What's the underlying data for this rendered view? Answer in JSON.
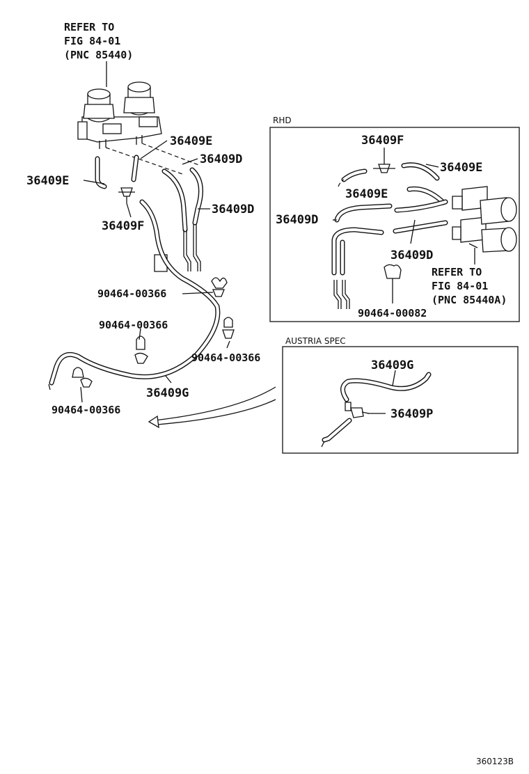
{
  "main": {
    "callout_solenoid": [
      "REFER TO",
      "FIG 84-01",
      "(PNC 85440)"
    ],
    "labels": {
      "p36409E_a": "36409E",
      "p36409D_a": "36409D",
      "p36409E_b": "36409E",
      "p36409D_b": "36409D",
      "p36409F": "36409F",
      "clamp_1": "90464-00366",
      "clamp_2": "90464-00366",
      "clamp_3": "90464-00366",
      "clamp_4": "90464-00366",
      "p36409G": "36409G"
    }
  },
  "rhd_box": {
    "title": "RHD",
    "labels": {
      "p36409F": "36409F",
      "p36409E_a": "36409E",
      "p36409E_b": "36409E",
      "p36409D_a": "36409D",
      "p36409D_b": "36409D",
      "clamp": "90464-00082"
    },
    "callout": [
      "REFER TO",
      "FIG 84-01",
      "(PNC 85440A)"
    ]
  },
  "austria_box": {
    "title": "AUSTRIA SPEC",
    "labels": {
      "p36409G": "36409G",
      "p36409P": "36409P"
    }
  },
  "footer": {
    "code": "360123B"
  }
}
